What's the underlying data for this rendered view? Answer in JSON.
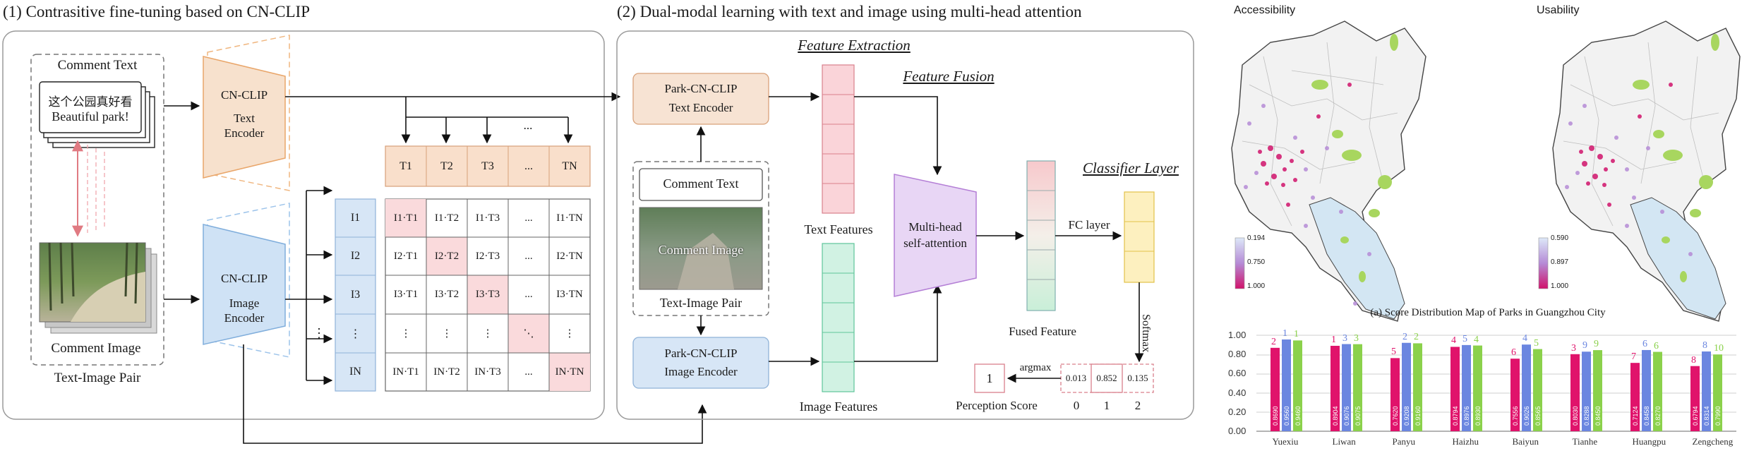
{
  "panel1": {
    "title": "(1) Contrasitive fine-tuning based on CN-CLIP",
    "comment_text_label": "Comment Text",
    "card_line1": "这个公园真好看",
    "card_line2": "Beautiful park!",
    "comment_image_label": "Comment Image",
    "pair_label": "Text-Image Pair",
    "text_encoder": [
      "CN-CLIP",
      "Text",
      "Encoder"
    ],
    "image_encoder": [
      "CN-CLIP",
      "Image",
      "Encoder"
    ],
    "text_tokens": [
      "T1",
      "T2",
      "T3",
      "...",
      "TN"
    ],
    "image_tokens": [
      "I1",
      "I2",
      "I3",
      "⋮",
      "IN"
    ],
    "ellipsis_h": "...",
    "ellipsis_v": "⋮",
    "matrix": [
      [
        "I1·T1",
        "I1·T2",
        "I1·T3",
        "...",
        "I1·TN"
      ],
      [
        "I2·T1",
        "I2·T2",
        "I2·T3",
        "...",
        "I2·TN"
      ],
      [
        "I3·T1",
        "I3·T2",
        "I3·T3",
        "...",
        "I3·TN"
      ],
      [
        "⋮",
        "⋮",
        "⋮",
        "⋱",
        "⋮"
      ],
      [
        "IN·T1",
        "IN·T2",
        "IN·T3",
        "...",
        "IN·TN"
      ]
    ]
  },
  "panel2": {
    "title": "(2) Dual-modal learning with text and image using multi-head attention",
    "feature_extraction": "Feature Extraction",
    "feature_fusion": "Feature Fusion",
    "classifier_layer": "Classifier Layer",
    "text_encoder": [
      "Park-CN-CLIP",
      "Text Encoder"
    ],
    "image_encoder": [
      "Park-CN-CLIP",
      "Image Encoder"
    ],
    "comment_text": "Comment Text",
    "comment_image": "Comment Image",
    "pair_label": "Text-Image Pair",
    "text_features": "Text Features",
    "image_features": "Image Features",
    "attention": [
      "Multi-head",
      "self-attention"
    ],
    "fused_feature": "Fused Feature",
    "fc_layer": "FC layer",
    "softmax": "Softmax",
    "argmax": "argmax",
    "probs": [
      "0.013",
      "0.852",
      "0.135"
    ],
    "class_labels": [
      "0",
      "1",
      "2"
    ],
    "score_value": "1",
    "perception_score": "Perception Score"
  },
  "panel3": {
    "map_left_title": "Accessibility",
    "map_right_title": "Usability",
    "legend_left": [
      "0.194",
      "0.750",
      "1.000"
    ],
    "legend_right": [
      "0.590",
      "0.897",
      "1.000"
    ],
    "map_caption": "(a)  Score Distribution Map of Parks in Guangzhou City",
    "colors": {
      "low": "#dde8f8",
      "mid": "#b58bd6",
      "high": "#d0136b"
    }
  },
  "chart_data": {
    "type": "bar",
    "categories": [
      "Yuexiu",
      "Liwan",
      "Panyu",
      "Haizhu",
      "Baiyun",
      "Tianhe",
      "Huangpu",
      "Zengcheng"
    ],
    "ylim": [
      0,
      1
    ],
    "yticks": [
      "0.00",
      "0.20",
      "0.40",
      "0.60",
      "0.80",
      "1.00"
    ],
    "series": [
      {
        "color": "#e0136b",
        "values": [
          0.869,
          0.89,
          0.762,
          0.879,
          0.756,
          0.803,
          0.712,
          0.679
        ],
        "labels": [
          "0.8690",
          "0.8904",
          "0.7620",
          "0.8794",
          "0.7556",
          "0.8030",
          "0.7124",
          "0.6794"
        ],
        "ranks": [
          "2",
          "1",
          "5",
          "4",
          "6",
          "3",
          "7",
          "8"
        ]
      },
      {
        "color": "#6b86e0",
        "values": [
          0.956,
          0.908,
          0.921,
          0.898,
          0.903,
          0.829,
          0.846,
          0.831
        ],
        "labels": [
          "0.9560",
          "0.9076",
          "0.9208",
          "0.8976",
          "0.9026",
          "0.8288",
          "0.8458",
          "0.8314"
        ],
        "ranks": [
          "1",
          "3",
          "2",
          "5",
          "4",
          "9",
          "6",
          "8"
        ]
      },
      {
        "color": "#8bd14b",
        "values": [
          0.946,
          0.907,
          0.916,
          0.893,
          0.856,
          0.845,
          0.827,
          0.8
        ],
        "labels": [
          "0.9460",
          "0.9075",
          "0.9160",
          "0.8930",
          "0.8565",
          "0.8450",
          "0.8270",
          "0.7990"
        ],
        "ranks": [
          "1",
          "3",
          "2",
          "4",
          "5",
          "9",
          "6",
          "10"
        ]
      }
    ]
  }
}
